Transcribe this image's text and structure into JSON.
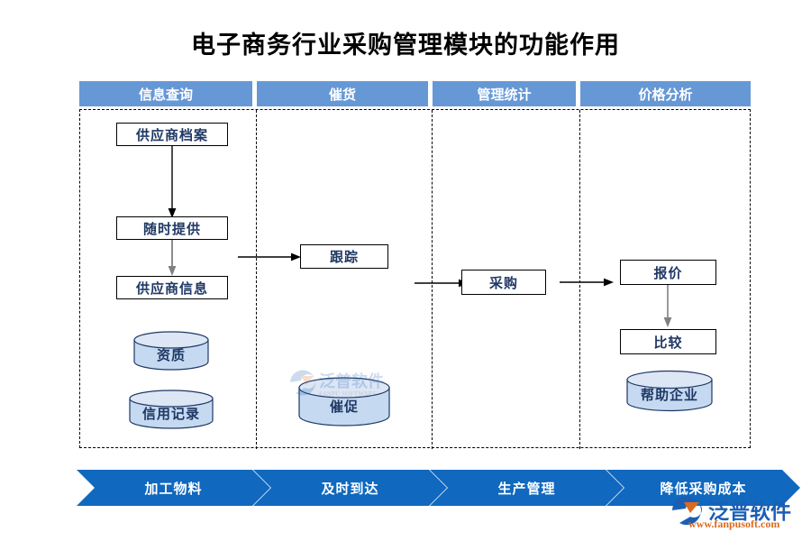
{
  "page": {
    "title": "电子商务行业采购管理模块的功能作用",
    "accent_header": "#6698d6",
    "accent_chevron": "#1068bf",
    "node_text_color": "#1f3864",
    "cylinder_fill": "#c5d9f1"
  },
  "lanes": [
    {
      "header": "信息查询"
    },
    {
      "header": "催货"
    },
    {
      "header": "管理统计"
    },
    {
      "header": "价格分析"
    }
  ],
  "nodes": {
    "supplier_archive": "供应商档案",
    "anytime_provide": "随时提供",
    "supplier_info": "供应商信息",
    "qualification": "资质",
    "credit_record": "信用记录",
    "tracking": "跟踪",
    "urging": "催促",
    "purchasing": "采购",
    "quotation": "报价",
    "comparison": "比较",
    "help_enterprise": "帮助企业"
  },
  "footer_steps": [
    "加工物料",
    "及时到达",
    "生产管理",
    "降低采购成本"
  ],
  "watermark": {
    "brand": "泛普软件",
    "url": "www.fanpusoft.com"
  }
}
